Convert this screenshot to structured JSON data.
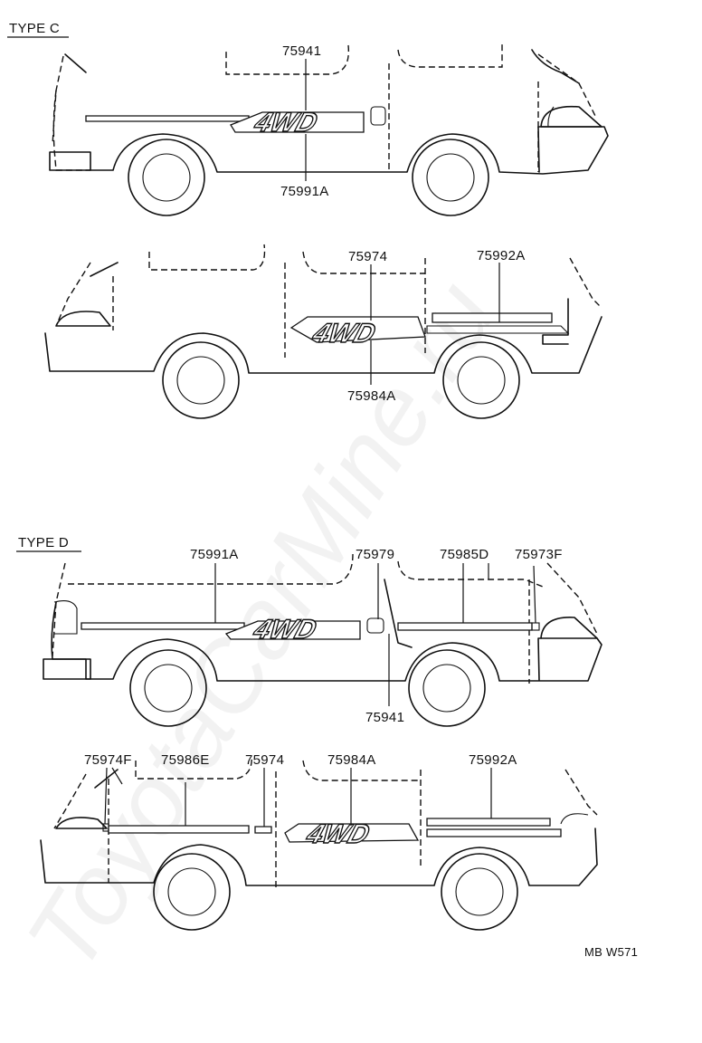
{
  "sections": {
    "type_c": "TYPE C",
    "type_d": "TYPE D"
  },
  "callouts": {
    "c1_top": "75941",
    "c1_bottom": "75991A",
    "c2_top_left": "75974",
    "c2_top_right": "75992A",
    "c2_bottom": "75984A",
    "d1_a": "75991A",
    "d1_b": "75979",
    "d1_c": "75985D",
    "d1_d": "75973F",
    "d1_bottom": "75941",
    "d2_a": "75974F",
    "d2_b": "75986E",
    "d2_c": "75974",
    "d2_d": "75984A",
    "d2_e": "75992A"
  },
  "decal_text": "4WD",
  "footer_code": "MB W571",
  "watermark": "ToyotaCarMine.ru"
}
